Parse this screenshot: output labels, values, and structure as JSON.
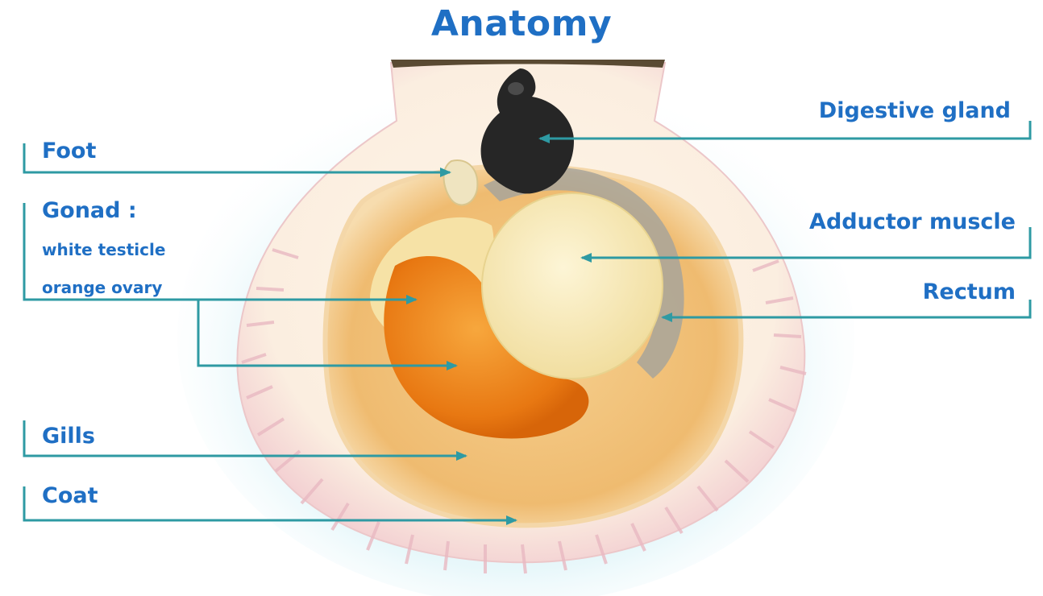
{
  "title": "Anatomy",
  "labels": {
    "foot": "Foot",
    "gonad": "Gonad :",
    "gonad_white": "white testicle",
    "gonad_orange": "orange ovary",
    "gills": "Gills",
    "coat": "Coat",
    "digestive_gland": "Digestive gland",
    "adductor_muscle": "Adductor muscle",
    "rectum": "Rectum"
  },
  "colors": {
    "label": "#1f6fc4",
    "leader": "#2e9aa3",
    "shell_rib": "#f2d4d8",
    "mantle": "#f3c17e",
    "adductor": "#f8ebbd",
    "ovary": "#f08b1e",
    "digestive": "#262626"
  }
}
